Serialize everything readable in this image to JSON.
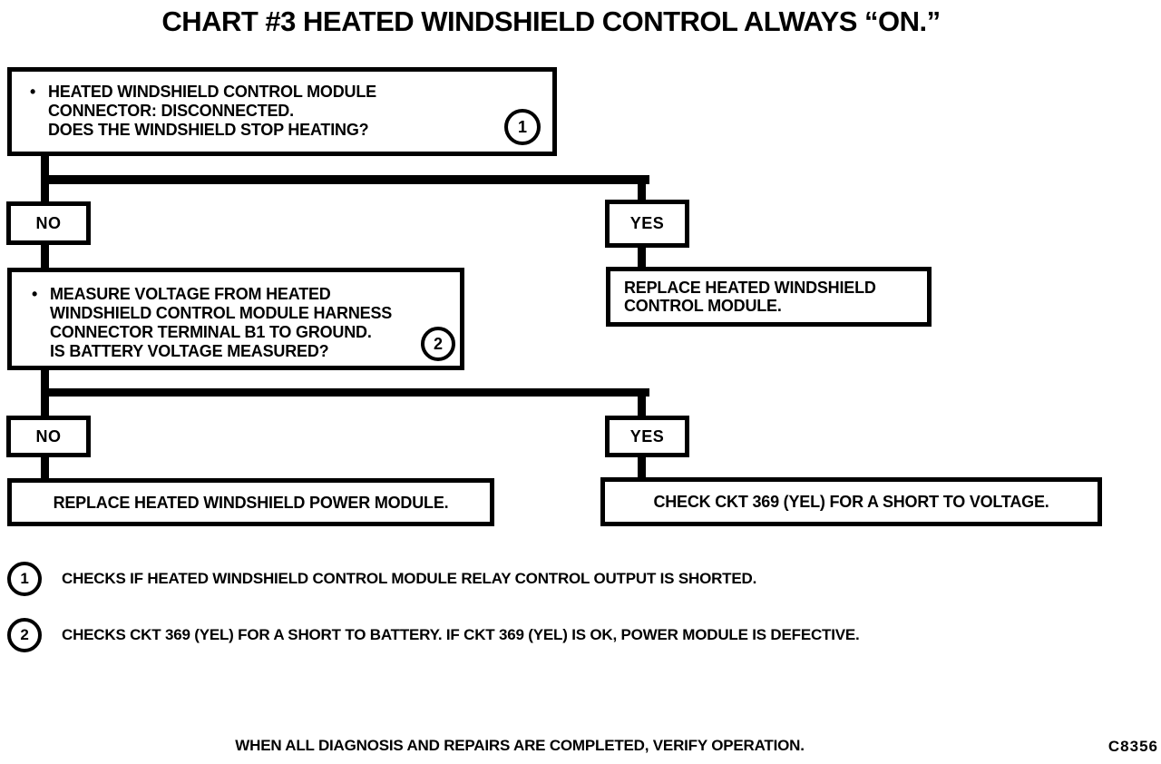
{
  "colors": {
    "ink": "#000000",
    "paper": "#ffffff"
  },
  "title": "CHART #3 HEATED WINDSHIELD CONTROL ALWAYS “ON.”",
  "flowchart": {
    "q1": {
      "bullet": "•",
      "lines": [
        "HEATED WINDSHIELD CONTROL MODULE",
        "CONNECTOR: DISCONNECTED.",
        "DOES THE WINDSHIELD STOP HEATING?"
      ],
      "ref": "1"
    },
    "decision1": {
      "no": "NO",
      "yes": "YES"
    },
    "replace_control_module": {
      "lines": [
        "REPLACE HEATED WINDSHIELD",
        "CONTROL MODULE."
      ]
    },
    "q2": {
      "bullet": "•",
      "lines": [
        "MEASURE VOLTAGE FROM HEATED",
        "WINDSHIELD CONTROL MODULE HARNESS",
        "CONNECTOR TERMINAL B1 TO GROUND.",
        "IS BATTERY VOLTAGE MEASURED?"
      ],
      "ref": "2"
    },
    "decision2": {
      "no": "NO",
      "yes": "YES"
    },
    "replace_power_module": {
      "text": "REPLACE HEATED WINDSHIELD POWER MODULE."
    },
    "check_ckt": {
      "text": "CHECK CKT 369 (YEL) FOR A SHORT TO VOLTAGE."
    }
  },
  "footnotes": [
    {
      "ref": "1",
      "text": "CHECKS IF HEATED WINDSHIELD CONTROL MODULE RELAY CONTROL OUTPUT IS SHORTED."
    },
    {
      "ref": "2",
      "text": "CHECKS CKT 369 (YEL) FOR A SHORT TO BATTERY. IF CKT 369 (YEL) IS OK, POWER MODULE IS DEFECTIVE."
    }
  ],
  "footer": {
    "note": "WHEN ALL DIAGNOSIS AND REPAIRS ARE COMPLETED, VERIFY OPERATION.",
    "code": "C8356"
  }
}
